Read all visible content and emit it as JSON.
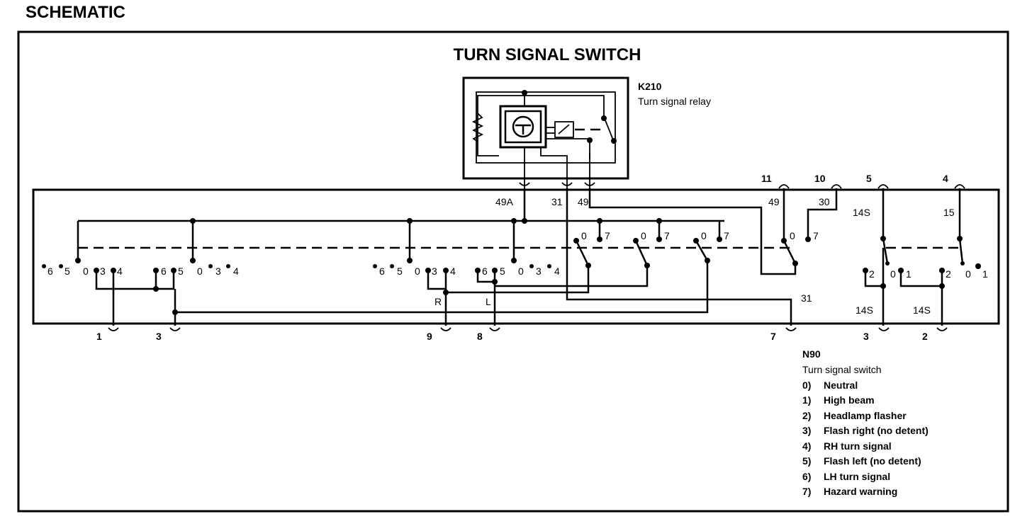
{
  "header": "SCHEMATIC",
  "title": "TURN SIGNAL SWITCH",
  "relay": {
    "id": "K210",
    "desc": "Turn signal relay"
  },
  "relay_terminals": [
    "49A",
    "31",
    "49"
  ],
  "switch": {
    "id": "N90",
    "desc": "Turn signal switch"
  },
  "legend": [
    {
      "num": "0)",
      "text": "Neutral"
    },
    {
      "num": "1)",
      "text": "High beam"
    },
    {
      "num": "2)",
      "text": "Headlamp flasher"
    },
    {
      "num": "3)",
      "text": "Flash right (no detent)"
    },
    {
      "num": "4)",
      "text": "RH turn signal"
    },
    {
      "num": "5)",
      "text": "Flash left (no detent)"
    },
    {
      "num": "6)",
      "text": "LH turn signal"
    },
    {
      "num": "7)",
      "text": "Hazard warning"
    }
  ],
  "top_pins": [
    "11",
    "10",
    "5",
    "4"
  ],
  "top_terminals": [
    "49",
    "30",
    "14S",
    "15"
  ],
  "bottom_pins": [
    "1",
    "3",
    "9",
    "8",
    "7",
    "3",
    "2"
  ],
  "bottom_terminals": [
    "31",
    "14S",
    "14S"
  ],
  "rl": [
    "R",
    "L"
  ],
  "contact_groups": {
    "g1": [
      "6",
      "5",
      "0",
      "3",
      "4"
    ],
    "g2": [
      "6",
      "5",
      "0",
      "3",
      "4"
    ],
    "g3": [
      "6",
      "5",
      "0",
      "3",
      "4"
    ],
    "g4": [
      "6",
      "5",
      "0",
      "3",
      "4"
    ],
    "haz": [
      "0",
      "7"
    ],
    "hi_left": [
      "2",
      "0",
      "1"
    ],
    "hi_right": [
      "2",
      "0",
      "1"
    ]
  }
}
